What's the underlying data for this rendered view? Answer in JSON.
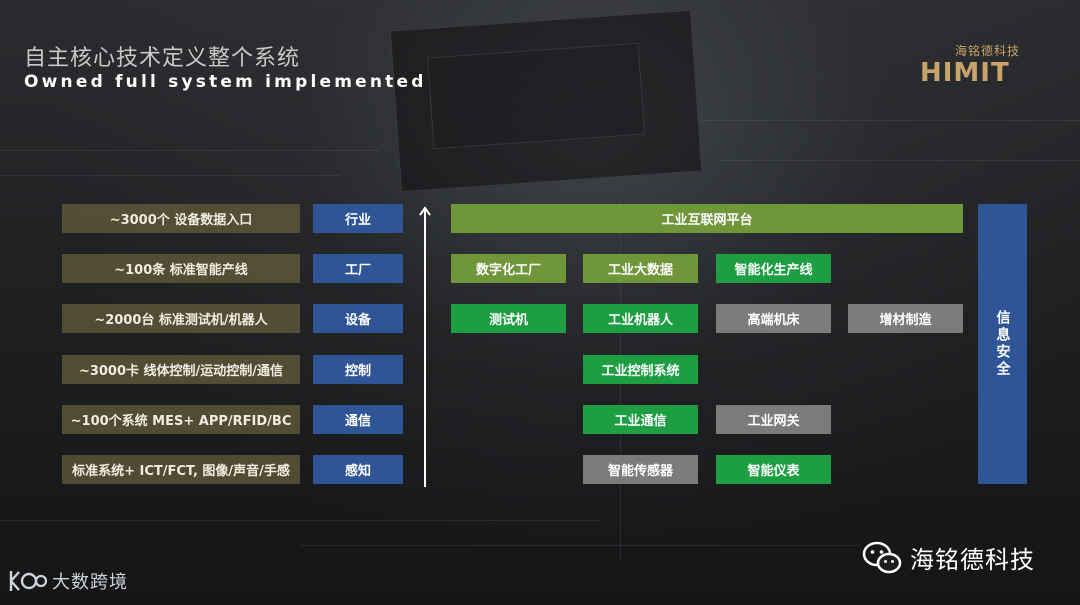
{
  "header": {
    "title_cn": "自主核心技术定义整个系统",
    "title_en": "Owned full system implemented"
  },
  "logo": {
    "name_cn": "海铭德科技",
    "name_en": "HIMIT",
    "color": "#c8a46a"
  },
  "rows": [
    {
      "stat": "~3000个 设备数据入口",
      "layer": "行业"
    },
    {
      "stat": "~100条 标准智能产线",
      "layer": "工厂"
    },
    {
      "stat": "~2000台 标准测试机/机器人",
      "layer": "设备"
    },
    {
      "stat": "~3000卡 线体控制/运动控制/通信",
      "layer": "控制"
    },
    {
      "stat": "~100个系统 MES+ APP/RFID/BC",
      "layer": "通信"
    },
    {
      "stat": "标准系统+ ICT/FCT, 图像/声音/手感",
      "layer": "感知"
    }
  ],
  "platform": {
    "label": "工业互联网平台",
    "color": "#70963a"
  },
  "factory_row": [
    {
      "label": "数字化工厂",
      "style": "olive"
    },
    {
      "label": "工业大数据",
      "style": "olive"
    },
    {
      "label": "智能化生产线",
      "style": "green"
    }
  ],
  "device_row": [
    {
      "label": "测试机",
      "style": "green"
    },
    {
      "label": "工业机器人",
      "style": "green"
    },
    {
      "label": "高端机床",
      "style": "gray"
    },
    {
      "label": "增材制造",
      "style": "gray"
    }
  ],
  "control_row": [
    {
      "label": "工业控制系统",
      "style": "green"
    }
  ],
  "comm_row": [
    {
      "label": "工业通信",
      "style": "green"
    },
    {
      "label": "工业网关",
      "style": "gray"
    }
  ],
  "sensor_row": [
    {
      "label": "智能传感器",
      "style": "gray"
    },
    {
      "label": "智能仪表",
      "style": "green"
    }
  ],
  "security": {
    "label": "信息安全",
    "color": "#2f5597"
  },
  "watermark": {
    "wechat_account": "海铭德科技",
    "site_logo": "大数跨境"
  },
  "colors": {
    "layer_blue": "#2f5597",
    "olive": "#70963a",
    "green": "#1e9e43",
    "gray": "#7b7b7b",
    "stat_bg": "#625a3a"
  }
}
